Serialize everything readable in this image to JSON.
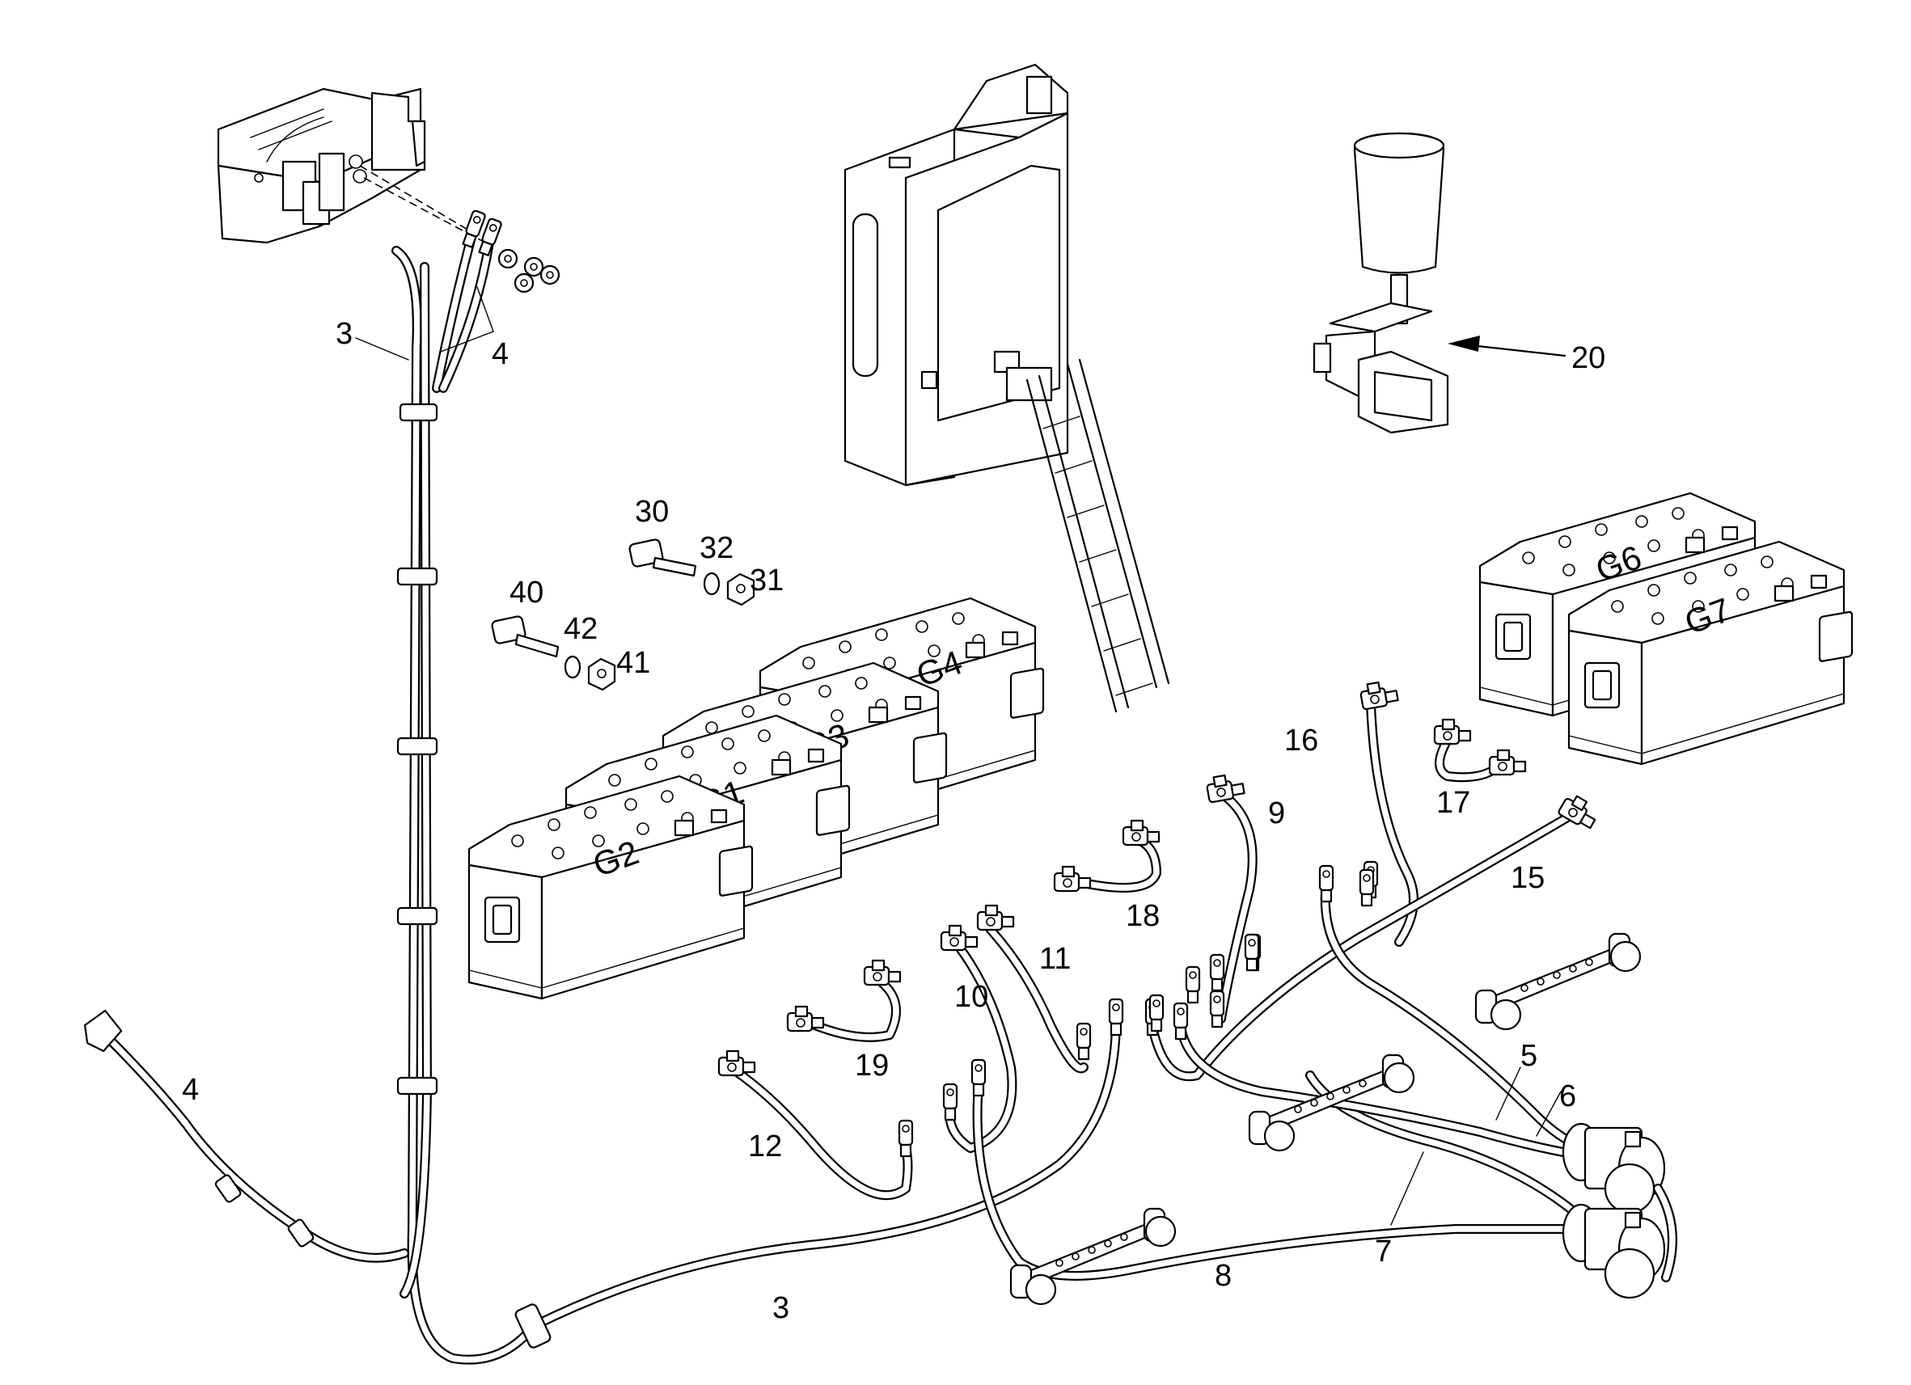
{
  "callouts": [
    {
      "id": "3a",
      "text": "3"
    },
    {
      "id": "4a",
      "text": "4"
    },
    {
      "id": "4b",
      "text": "4"
    },
    {
      "id": "30",
      "text": "30"
    },
    {
      "id": "32",
      "text": "32"
    },
    {
      "id": "31",
      "text": "31"
    },
    {
      "id": "40",
      "text": "40"
    },
    {
      "id": "42",
      "text": "42"
    },
    {
      "id": "41",
      "text": "41"
    },
    {
      "id": "20",
      "text": "20"
    },
    {
      "id": "16",
      "text": "16"
    },
    {
      "id": "17",
      "text": "17"
    },
    {
      "id": "9",
      "text": "9"
    },
    {
      "id": "15",
      "text": "15"
    },
    {
      "id": "18",
      "text": "18"
    },
    {
      "id": "11",
      "text": "11"
    },
    {
      "id": "10",
      "text": "10"
    },
    {
      "id": "19",
      "text": "19"
    },
    {
      "id": "12",
      "text": "12"
    },
    {
      "id": "5",
      "text": "5"
    },
    {
      "id": "6",
      "text": "6"
    },
    {
      "id": "7",
      "text": "7"
    },
    {
      "id": "8",
      "text": "8"
    },
    {
      "id": "3b",
      "text": "3"
    }
  ],
  "batteries": [
    {
      "id": "G1",
      "label": "G1"
    },
    {
      "id": "G2",
      "label": "G2"
    },
    {
      "id": "G3",
      "label": "G3"
    },
    {
      "id": "G4",
      "label": "G4"
    },
    {
      "id": "G6",
      "label": "G6"
    },
    {
      "id": "G7",
      "label": "G7"
    }
  ]
}
